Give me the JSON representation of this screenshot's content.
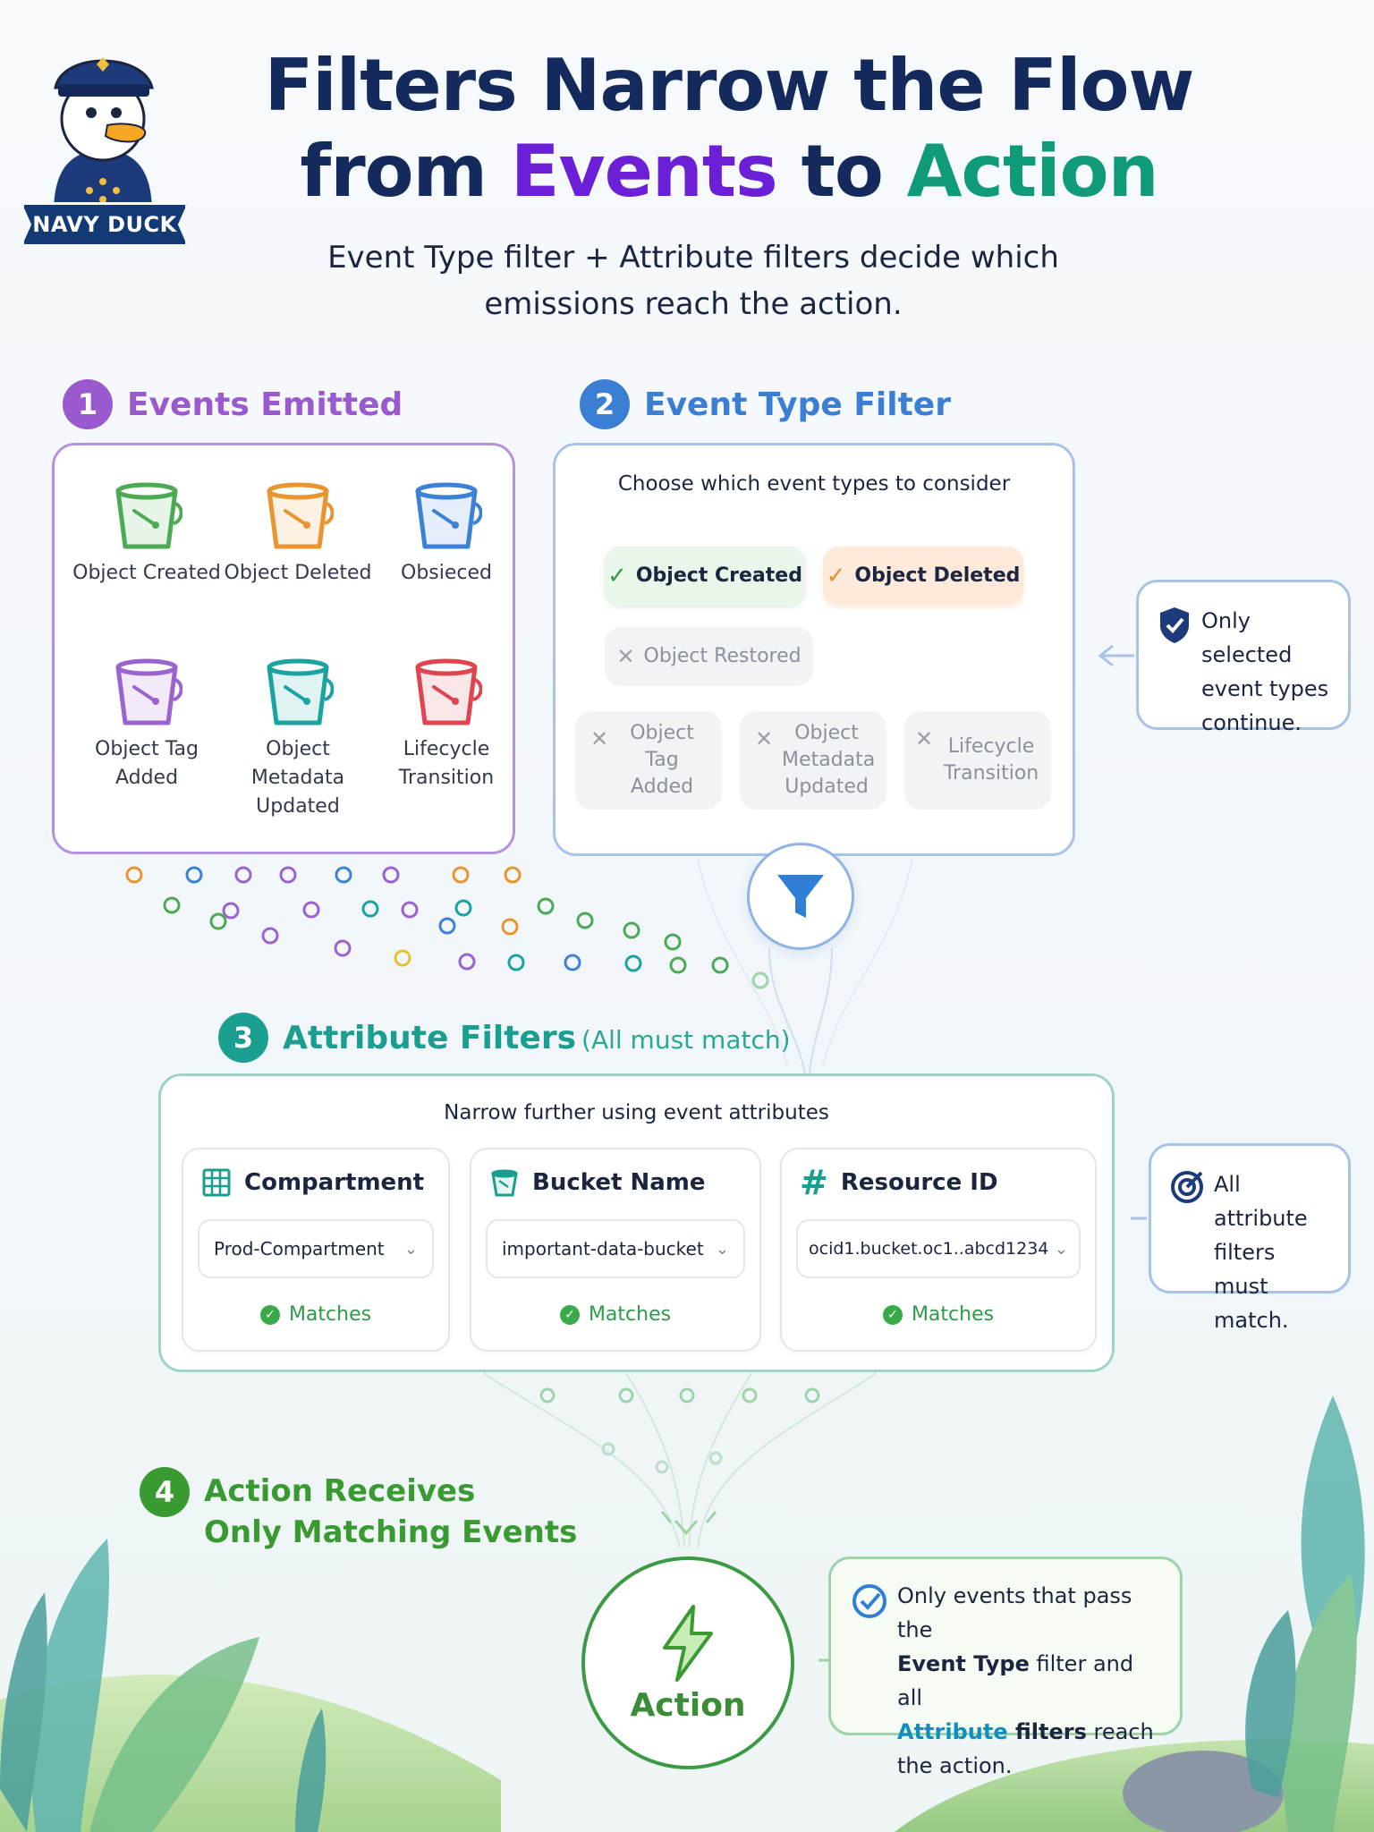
{
  "logo": {
    "text": "NAVY DUCK"
  },
  "title": {
    "line1": "Filters Narrow the Flow",
    "line2_prefix": "from ",
    "line2_events": "Events",
    "line2_mid": " to ",
    "line2_action": "Action"
  },
  "subtitle": {
    "line1": "Event Type filter + Attribute filters decide which",
    "line2": "emissions reach the action."
  },
  "colors": {
    "purple": "#9b59d0",
    "blue": "#3b7fd4",
    "teal": "#1a9e8f",
    "green": "#3a9a32",
    "navy": "#142a5c"
  },
  "step1": {
    "number": "1",
    "title": "Events Emitted",
    "buckets": [
      {
        "label": "Object Created",
        "color": "#4caa55",
        "icon": "bucket-icon"
      },
      {
        "label": "Object Deleted",
        "color": "#e8952f",
        "icon": "bucket-icon"
      },
      {
        "label": "Obsieced",
        "color": "#3b82d6",
        "icon": "bucket-icon"
      },
      {
        "label": "Object Tag Added",
        "color": "#9b63cf",
        "icon": "bucket-icon"
      },
      {
        "label": "Object Metadata Updated",
        "color": "#1aa3a0",
        "icon": "bucket-icon"
      },
      {
        "label": "Lifecycle Transition",
        "color": "#e0454f",
        "icon": "bucket-icon"
      }
    ]
  },
  "step2": {
    "number": "2",
    "title": "Event Type Filter",
    "caption": "Choose which event types to consider",
    "chips": [
      {
        "label": "Object Created",
        "selected": true
      },
      {
        "label": "Object Deleted",
        "selected": true
      },
      {
        "label": "Object Restored",
        "selected": false
      },
      {
        "label": "Object Tag Added",
        "selected": false
      },
      {
        "label": "Object Metadata Updated",
        "selected": false
      },
      {
        "label": "Lifecycle Transition",
        "selected": false
      }
    ],
    "callout": "Only selected event types continue."
  },
  "step3": {
    "number": "3",
    "title": "Attribute Filters",
    "subtitle": "(All must match)",
    "caption": "Narrow further using event attributes",
    "cards": [
      {
        "label": "Compartment",
        "value": "Prod-Compartment",
        "status": "Matches",
        "icon": "building-grid-icon"
      },
      {
        "label": "Bucket Name",
        "value": "important-data-bucket",
        "status": "Matches",
        "icon": "bucket-icon"
      },
      {
        "label": "Resource ID",
        "value": "ocid1.bucket.oc1..abcd1234",
        "status": "Matches",
        "icon": "hash-icon"
      }
    ],
    "callout": "All attribute filters must match."
  },
  "step4": {
    "number": "4",
    "title_line1": "Action Receives",
    "title_line2": "Only Matching Events",
    "action_label": "Action",
    "callout": {
      "t1": "Only events that pass the",
      "t2": "Event Type",
      "t3": " filter and all",
      "t4": "Attribute",
      "t5": " filters",
      "t6": " reach",
      "t7": "the action."
    }
  }
}
